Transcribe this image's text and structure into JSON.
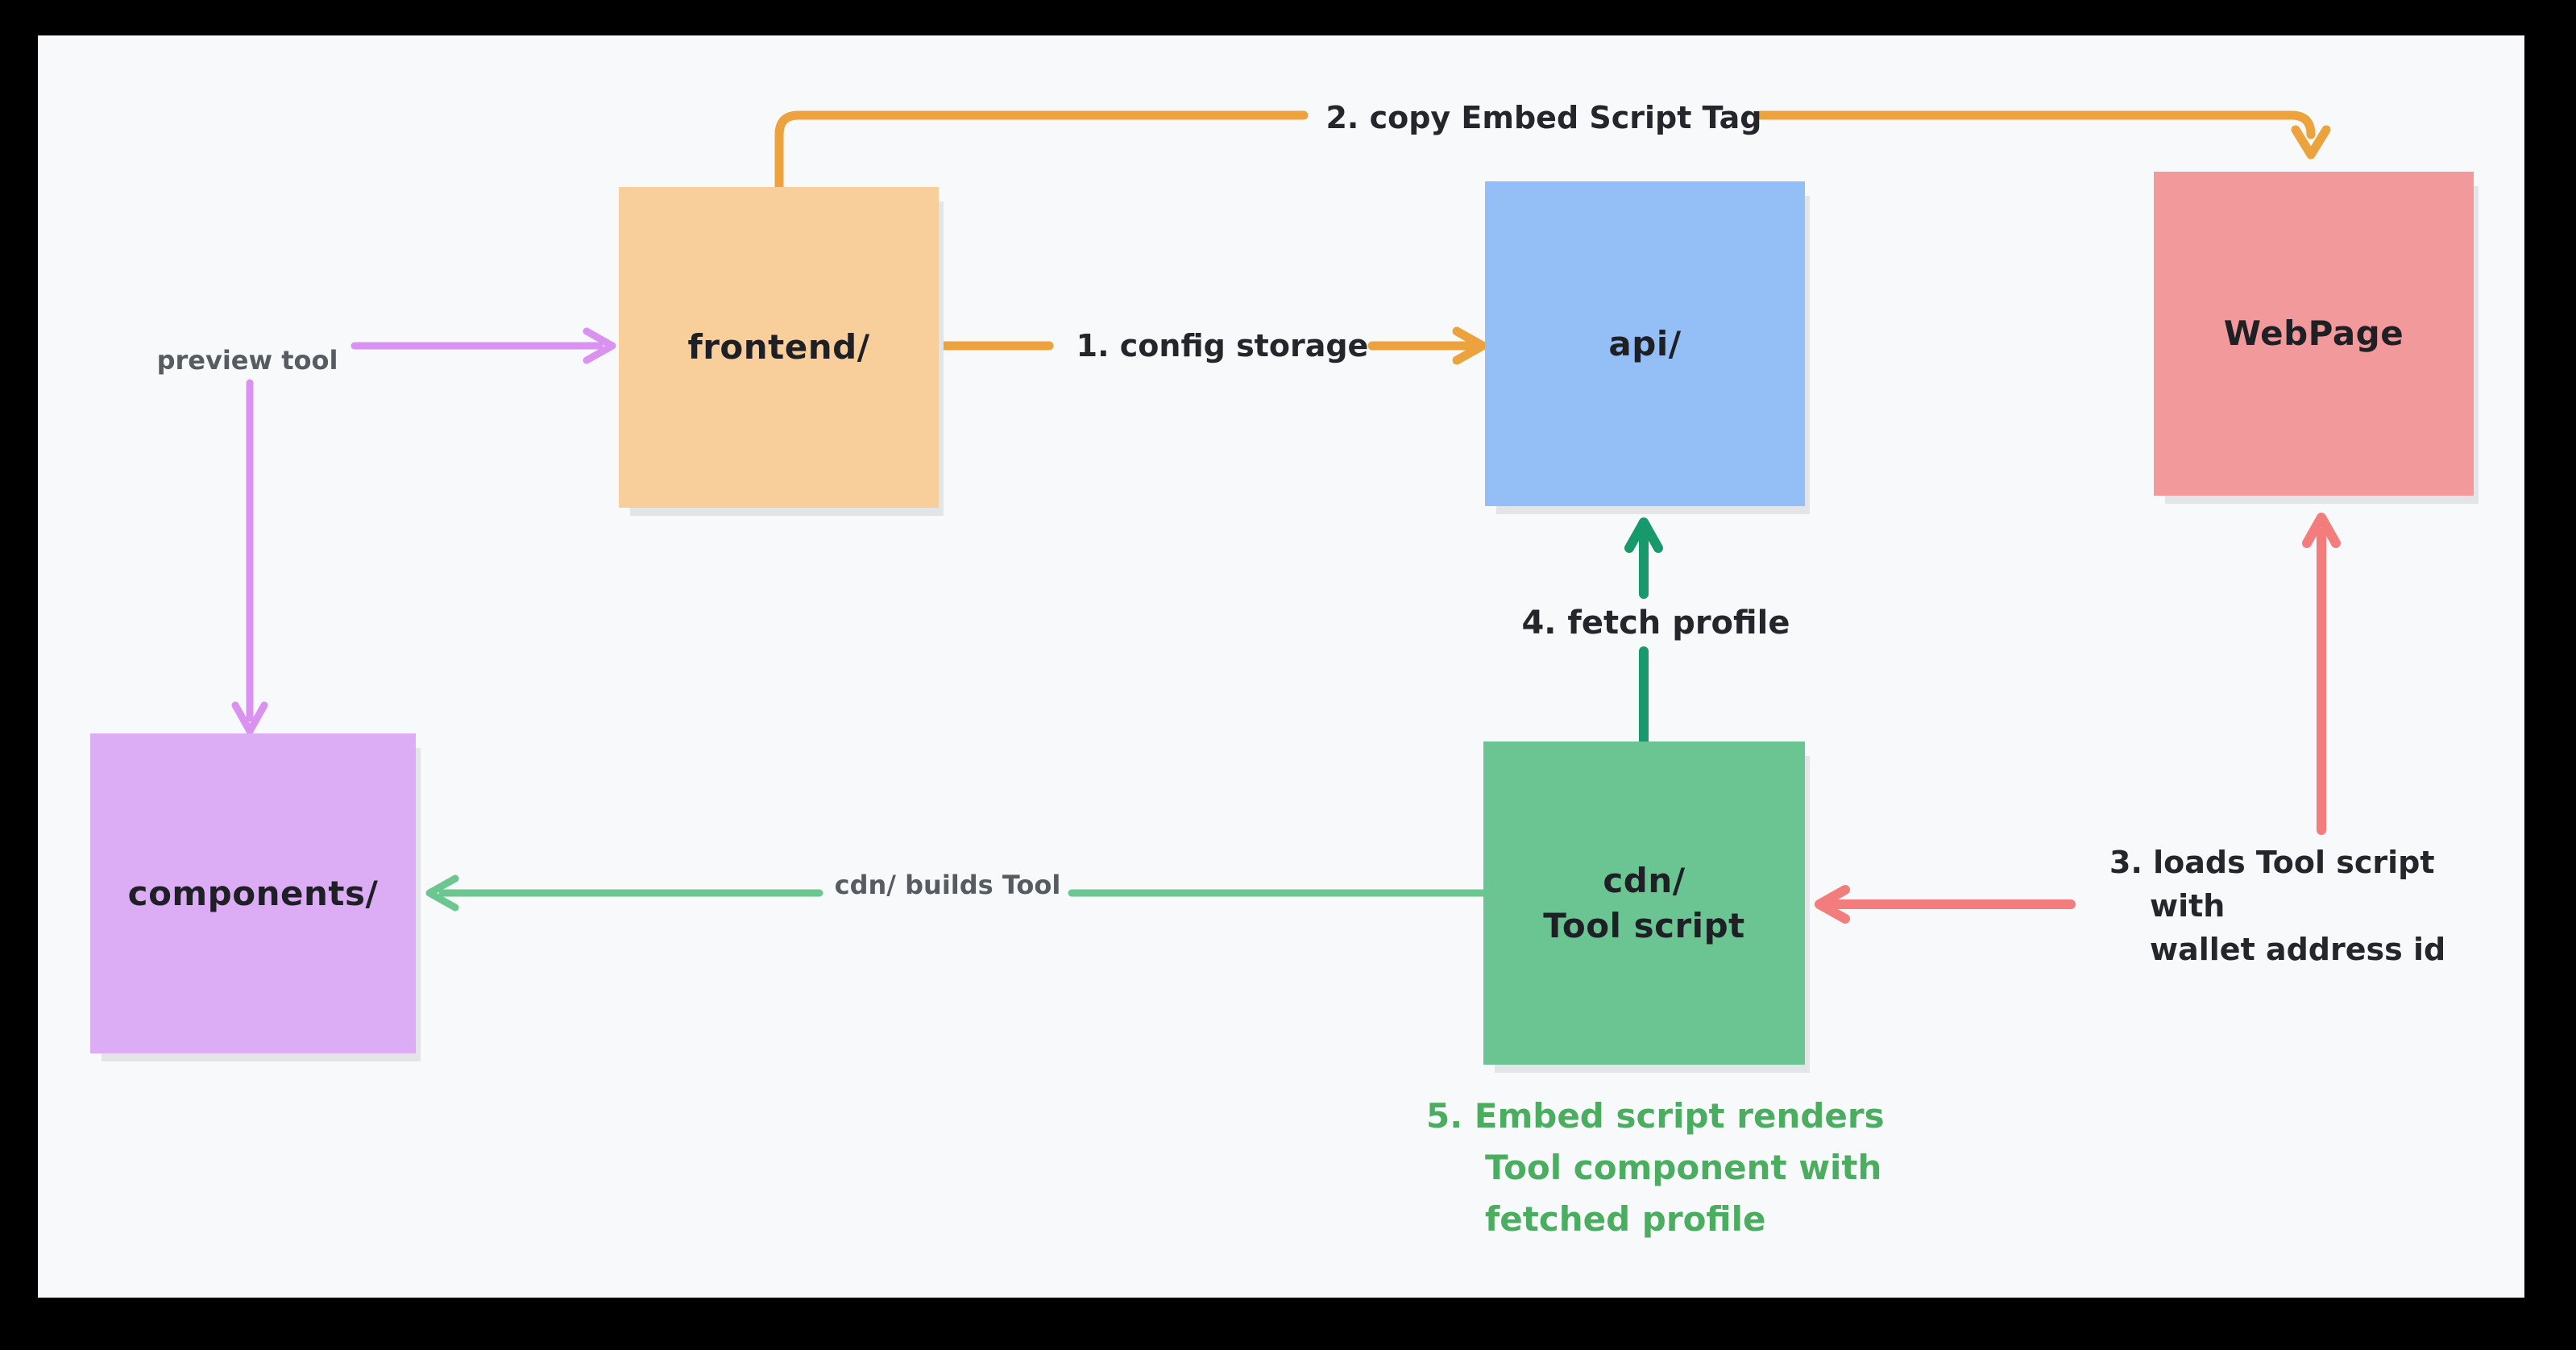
{
  "app": {
    "kind": "whiteboard architecture diagram",
    "frame_color": "#000000",
    "canvas_color": "#f8f9fb",
    "text_color": "#24262c",
    "muted_text_color": "#575b62"
  },
  "nodes": {
    "frontend": {
      "label": "frontend/",
      "color": "#f8ce9b"
    },
    "api": {
      "label": "api/",
      "color": "#94bef6"
    },
    "webpage": {
      "label": "WebPage",
      "color": "#f29a9b"
    },
    "components": {
      "label": "components/",
      "color": "#dcacf5"
    },
    "cdn": {
      "label_line1": "cdn/",
      "label_line2": "Tool script",
      "color": "#6bc593"
    }
  },
  "edges": {
    "config_storage": {
      "label": "1. config storage",
      "color": "#eca23d",
      "from": "frontend",
      "to": "api"
    },
    "copy_embed": {
      "label": "2. copy Embed Script Tag",
      "color": "#eca23d",
      "from": "frontend",
      "to": "webpage"
    },
    "loads_tool": {
      "label_lines": [
        "3. loads Tool script",
        "with",
        "wallet address id"
      ],
      "color": "#f37d7d",
      "from": "webpage",
      "to": "cdn"
    },
    "fetch_profile": {
      "label": "4. fetch profile",
      "color": "#18996b",
      "from": "cdn",
      "to": "api"
    },
    "cdn_builds": {
      "label": "cdn/ builds Tool",
      "color": "#6cc68f",
      "from": "cdn",
      "to": "components"
    },
    "preview_tool": {
      "label": "preview tool",
      "color": "#d992f0",
      "from": "preview tool label",
      "to": "frontend, components"
    }
  },
  "annotations": {
    "note5": {
      "lines": [
        "5. Embed script renders",
        "Tool component with",
        "fetched profile"
      ],
      "color": "#4bad5f"
    }
  }
}
